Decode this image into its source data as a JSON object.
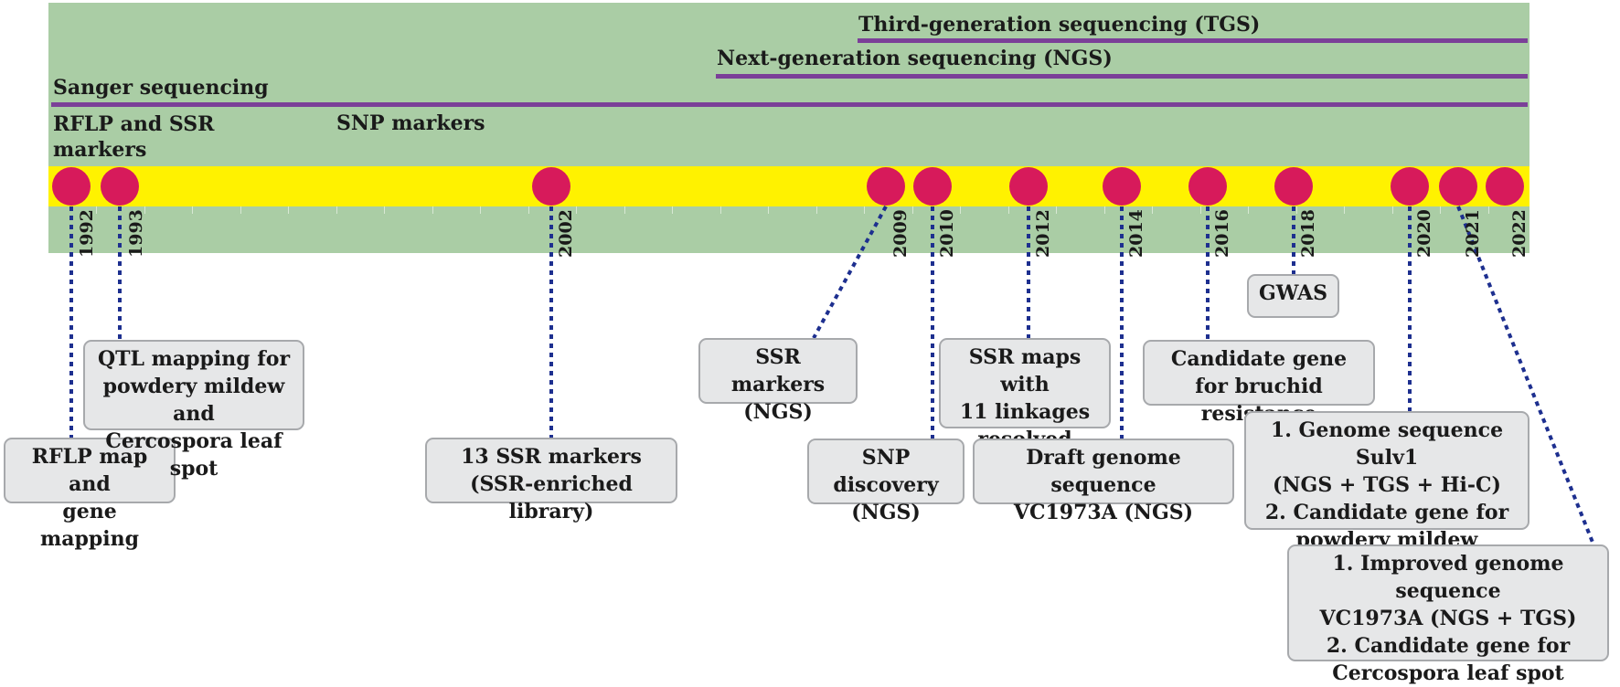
{
  "colors": {
    "band": "#aacda5",
    "timeline": "#fff200",
    "milestone": "#d71a5b",
    "era_line": "#7b3f98",
    "connector": "#1d2f8f",
    "box_fill": "#e6e7e8",
    "box_border": "#a7a9ac"
  },
  "eras": {
    "tgs": "Third-generation sequencing (TGS)",
    "ngs": "Next-generation sequencing (NGS)",
    "sanger": "Sanger sequencing"
  },
  "marker_types": {
    "rflp_ssr_line1": "RFLP and SSR",
    "rflp_ssr_line2": "markers",
    "snp": "SNP markers"
  },
  "years": [
    "1992",
    "1993",
    "2002",
    "2009",
    "2010",
    "2012",
    "2014",
    "2016",
    "2018",
    "2020",
    "2021",
    "2022"
  ],
  "events": {
    "e1992": [
      "RFLP map and",
      "gene mapping"
    ],
    "e1993": [
      "QTL mapping for",
      "powdery mildew and",
      "Cercospora leaf spot"
    ],
    "e2002": [
      "13 SSR markers",
      "(SSR-enriched library)"
    ],
    "e2009": [
      "SSR markers",
      "(NGS)"
    ],
    "e2010": [
      "SNP discovery",
      "(NGS)"
    ],
    "e2012": [
      "SSR maps with",
      "11 linkages",
      "resolved"
    ],
    "e2014": [
      "Draft genome sequence",
      "VC1973A (NGS)"
    ],
    "e2016": [
      "Candidate gene",
      "for bruchid resistance"
    ],
    "e2018": [
      "GWAS"
    ],
    "e2020": [
      "1. Genome sequence Sulv1",
      "(NGS + TGS + Hi-C)",
      "2. Candidate gene for",
      "powdery mildew"
    ],
    "e2021": [
      "1. Improved genome sequence",
      "VC1973A (NGS + TGS)",
      "2. Candidate gene for",
      "Cercospora leaf spot"
    ]
  }
}
